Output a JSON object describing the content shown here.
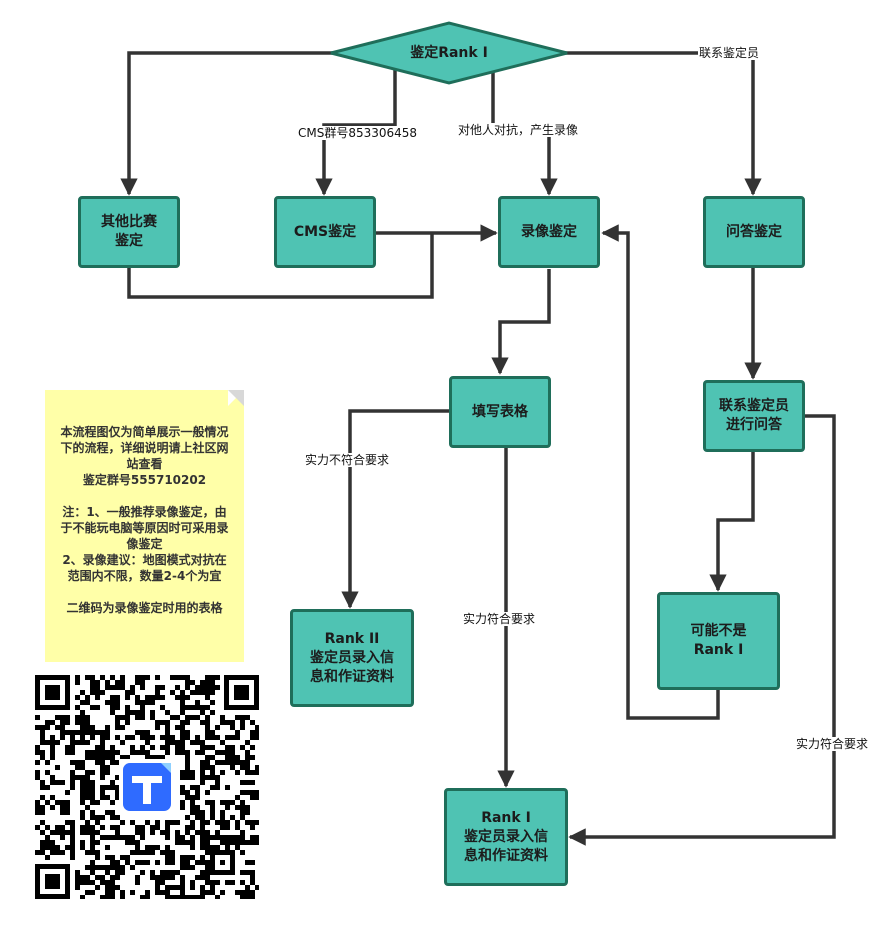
{
  "nodes": {
    "start": "鉴定Rank I",
    "other": "其他比赛\n鉴定",
    "cms": "CMS鉴定",
    "video": "录像鉴定",
    "qa": "问答鉴定",
    "form": "填写表格",
    "contact": "联系鉴定员\n进行问答",
    "rank2": "Rank II\n鉴定员录入信\n息和作证资料",
    "maybe": "可能不是\nRank I",
    "rank1": "Rank I\n鉴定员录入信\n息和作证资料"
  },
  "edge_labels": {
    "contact_examiner": "联系鉴定员",
    "cms_group": "CMS群号853306458",
    "fight_others": "对他人对抗，产生录像",
    "not_qualified": "实力不符合要求",
    "qualified_form": "实力符合要求",
    "qualified_qa": "实力符合要求"
  },
  "note": {
    "line1": "本流程图仅为简单展示一般情况下的流程，详细说明请上社区网站查看\n鉴定群号555710202",
    "line2": "注：1、一般推荐录像鉴定，由于不能玩电脑等原因时可采用录像鉴定\n2、录像建议：地图模式对抗在范围内不限，数量2-4个为宜",
    "line3": "二维码为录像鉴定时用的表格"
  },
  "colors": {
    "node_fill": "#4fc3b3",
    "node_border": "#1f6e5a",
    "arrow": "#333333",
    "note_fill": "#ffffa8",
    "qr_logo": "#2f6bff"
  },
  "icons": {
    "qr": "qr-code-icon",
    "qr_logo": "docs-logo-icon"
  }
}
